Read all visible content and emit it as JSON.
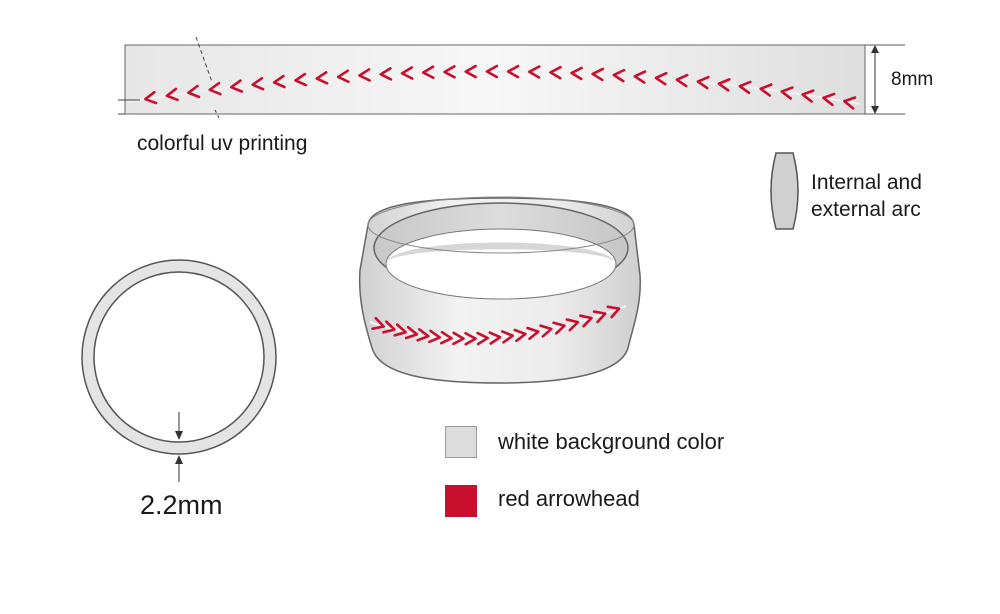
{
  "labels": {
    "uv_printing": "colorful uv printing",
    "width": "8mm",
    "arc_line1": "Internal and",
    "arc_line2": "external arc",
    "thickness": "2.2mm"
  },
  "legend": [
    {
      "label": "white background color",
      "color": "#dcdcdc"
    },
    {
      "label": "red arrowhead",
      "color": "#c8102e"
    }
  ],
  "colors": {
    "band_fill": "#dcdcdc",
    "arrowhead": "#c8102e",
    "outline": "#555555"
  }
}
